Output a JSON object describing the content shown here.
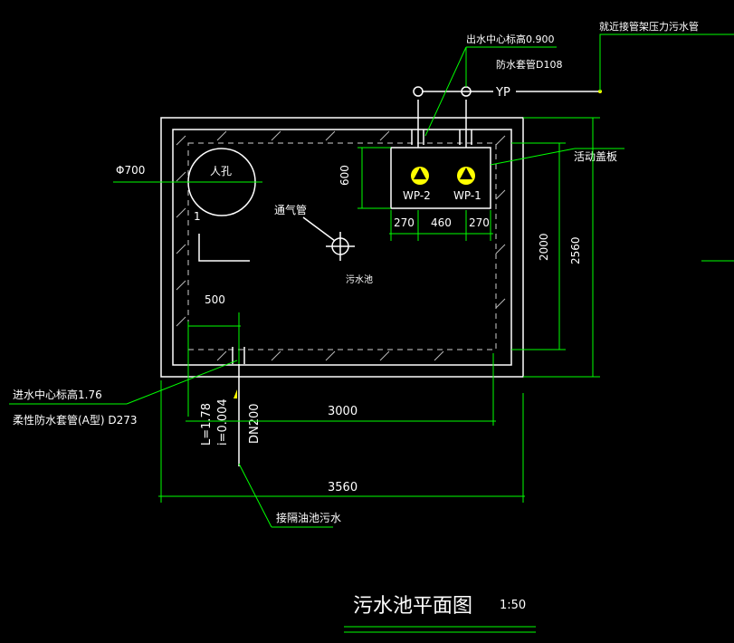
{
  "labels": {
    "outlet_elev": "出水中心标高0.900",
    "outlet_sleeve": "防水套管D108",
    "yp": "YP",
    "connect_pipe": "就近接管架压力污水管",
    "manhole_dia": "Φ700",
    "manhole": "人孔",
    "vent_pipe": "通气管",
    "sewage_pool": "污水池",
    "movable_cover": "活动盖板",
    "pump2": "WP-2",
    "pump1": "WP-1",
    "dim_600": "600",
    "dim_270a": "270",
    "dim_460": "460",
    "dim_270b": "270",
    "dim_2000": "2000",
    "dim_2560": "2560",
    "dim_500": "500",
    "inlet_elev": "进水中心标高1.76",
    "inlet_sleeve": "柔性防水套管(A型) D273",
    "pipe_len": "L=1.78",
    "pipe_slope": "i=0.004",
    "pipe_dn": "DN200",
    "dim_3000": "3000",
    "dim_3560": "3560",
    "drain_from": "接隔油池污水",
    "title": "污水池平面图",
    "scale": "1:50",
    "mark_1": "1"
  },
  "colors": {
    "background": "#000000",
    "outline": "#ffffff",
    "dimension": "#00ff00",
    "pump": "#ffff00",
    "text": "#ffffff"
  }
}
